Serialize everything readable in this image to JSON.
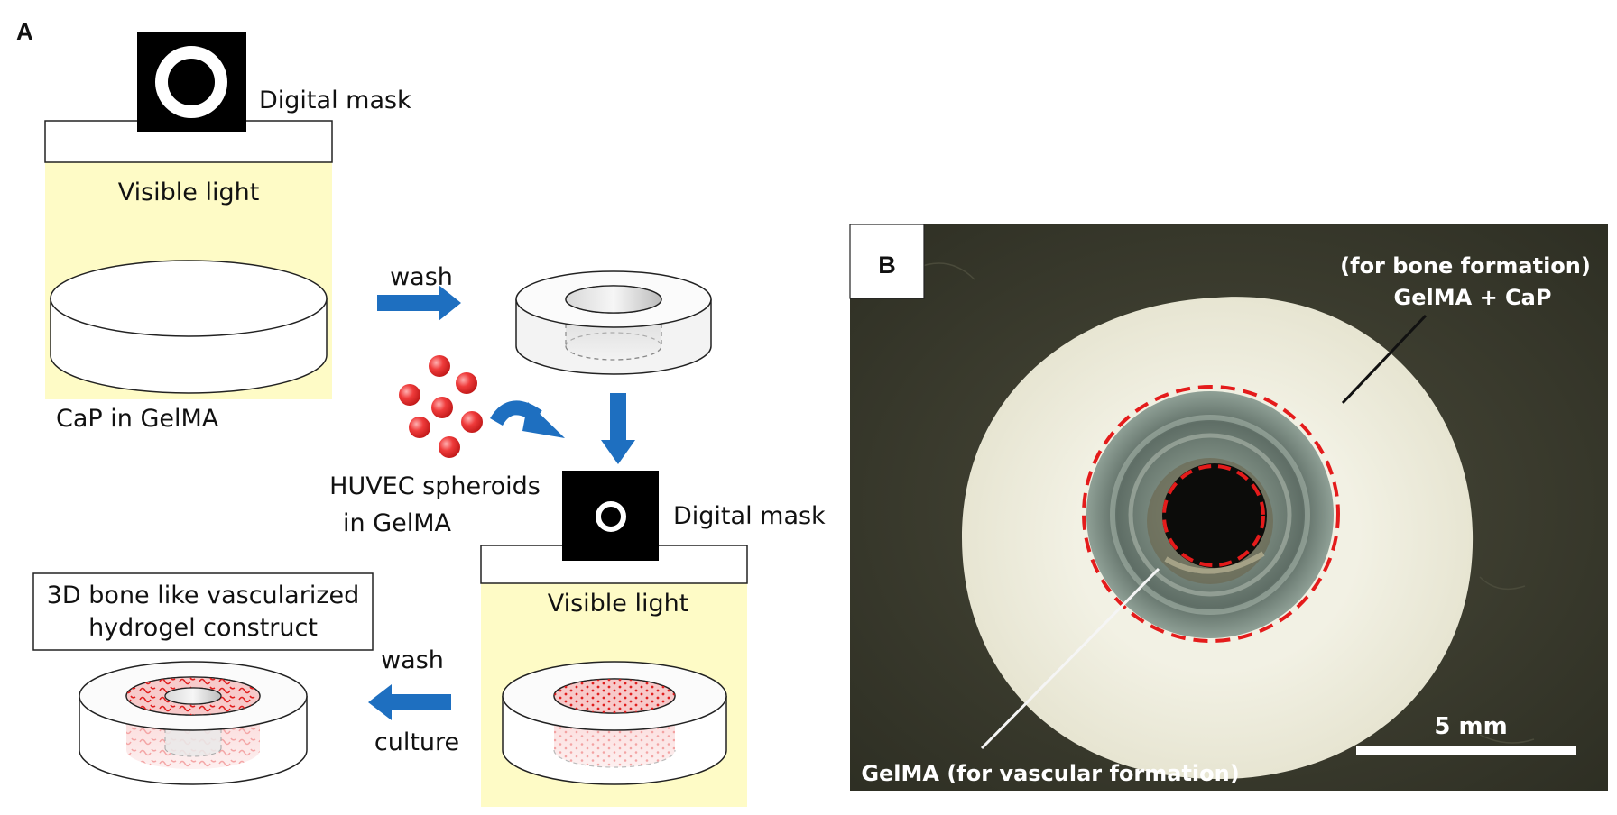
{
  "panel_a": {
    "letter": "A",
    "top_mask_label": "Digital mask",
    "top_light_label": "Visible light",
    "material_label": "CaP in GelMA",
    "wash_label_1": "wash",
    "cells_label_line1": "HUVEC spheroids",
    "cells_label_line2": "in GelMA",
    "bottom_mask_label": "Digital mask",
    "bottom_light_label": "Visible light",
    "result_label_line1": "3D bone like vascularized",
    "result_label_line2": "hydrogel construct",
    "wash_label_2": "wash",
    "culture_label": "culture"
  },
  "panel_b": {
    "letter": "B",
    "outer_label_line1": "(for bone formation)",
    "outer_label_line2": "GelMA + CaP",
    "inner_label": "GelMA (for vascular formation)",
    "scale_label": "5 mm"
  },
  "colors": {
    "light_zone": "#fefbc6",
    "arrow_blue": "#1e6fc0",
    "spheroid_red": "#e32626",
    "dashed_red": "#e41b1b",
    "photo_background": "#3a3b2c",
    "hydrogel_white": "#f0efe1"
  }
}
